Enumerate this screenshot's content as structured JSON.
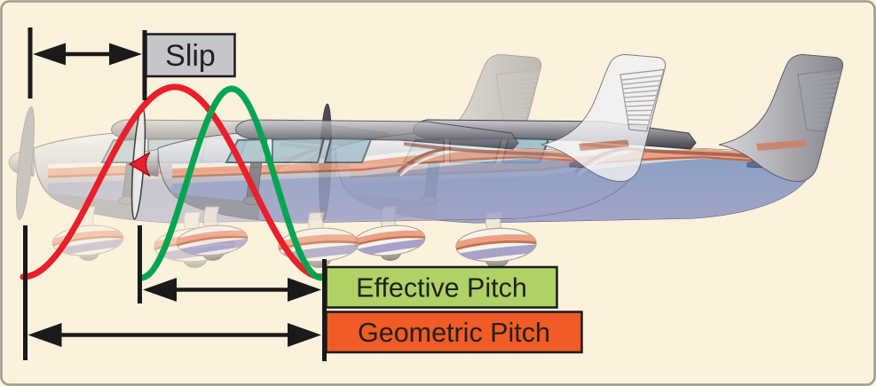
{
  "figure": {
    "background_color": "#FBF1DC",
    "border_color": "#57514A",
    "annotation_color": "#1A1A1A",
    "text_color": "#242021",
    "labels": {
      "slip": {
        "text": "Slip",
        "box_fill": "#C6C5C9"
      },
      "effective_pitch": {
        "text": "Effective Pitch",
        "box_fill": "#AFD266"
      },
      "geometric_pitch": {
        "text": "Geometric Pitch",
        "box_fill": "#F15B26"
      }
    },
    "curves": {
      "geometric_path_color": "#E91F2C",
      "effective_path_color": "#00A551"
    },
    "airplane_positions": 3
  }
}
